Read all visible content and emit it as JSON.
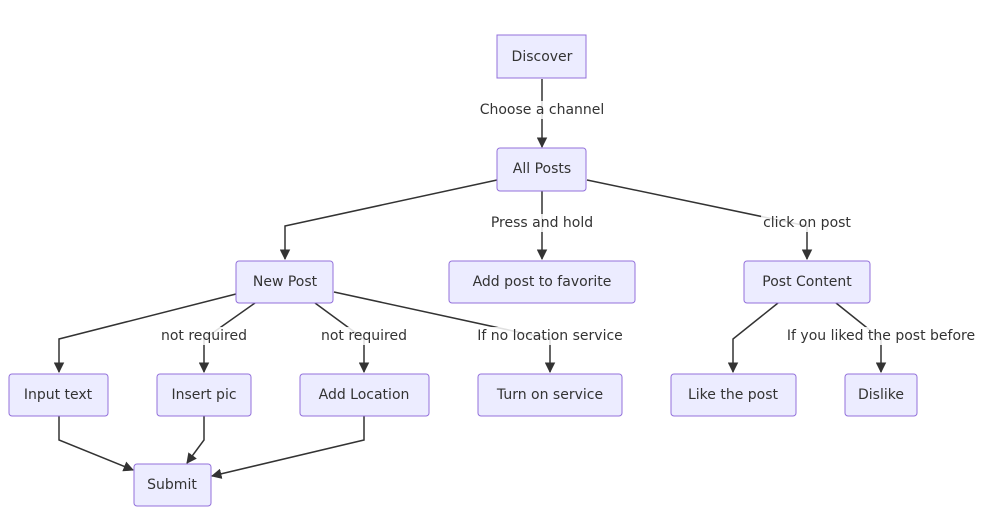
{
  "nodes": {
    "discover": "Discover",
    "all_posts": "All Posts",
    "new_post": "New Post",
    "add_favorite": "Add post to favorite",
    "post_content": "Post Content",
    "input_text": "Input text",
    "insert_pic": "Insert pic",
    "add_location": "Add Location",
    "turn_on_service": "Turn on service",
    "like_post": "Like the post",
    "dislike": "Dislike",
    "submit": "Submit"
  },
  "edge_labels": {
    "choose_channel": "Choose a channel",
    "press_hold": "Press and hold",
    "click_post": "click on post",
    "pic_not_required": "not required",
    "loc_not_required": "not required",
    "no_location": "If no location service",
    "liked_before": "If you liked the post before"
  },
  "colors": {
    "node_fill": "#ececff",
    "node_stroke": "#9370db",
    "edge": "#333333"
  }
}
